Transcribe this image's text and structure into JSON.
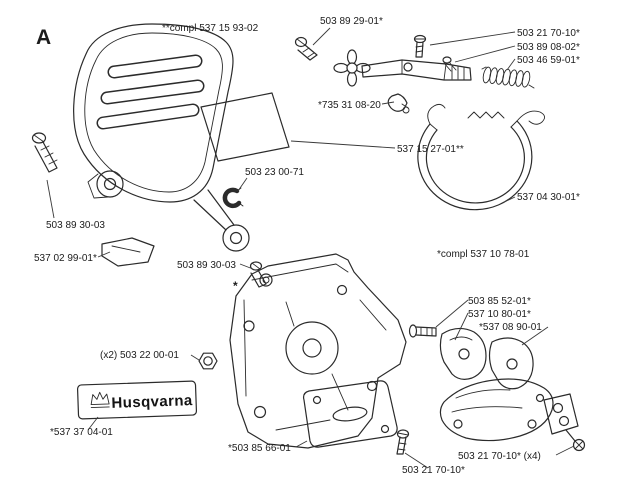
{
  "diagram": {
    "section": "A",
    "type": "exploded-parts-diagram",
    "colors": {
      "background": "#ffffff",
      "line": "#2b2b2b",
      "text": "#1c1c1c"
    }
  },
  "brand": {
    "name": "Husqvarna"
  },
  "labels": {
    "section": "A",
    "compl_hand_guard": "**compl 537 15 93-02",
    "l_503_89_29_01": "503 89 29-01*",
    "l_503_21_70_10_top": "503 21 70-10*",
    "l_503_89_08_02": "503 89 08-02*",
    "l_503_46_59_01": "503 46 59-01*",
    "l_735_31_08_20": "*735 31 08-20",
    "l_537_15_27_01": "537 15 27-01**",
    "l_503_23_00_71": "503 23 00-71",
    "l_537_04_30_01": "537 04 30-01*",
    "l_503_89_30_03_left": "503 89 30-03",
    "l_537_02_99_01": "537 02 99-01*",
    "l_503_89_30_03_mid": "503 89 30-03",
    "compl_clutch_cover": "*compl 537 10 78-01",
    "l_503_85_52_01": "503 85 52-01*",
    "l_537_10_80_01": "537 10 80-01*",
    "l_537_08_90_01": "*537 08 90-01",
    "l_503_22_00_01": "(x2) 503 22 00-01",
    "l_537_37_04_01": "*537 37 04-01",
    "l_503_85_66_01": "*503 85 66-01",
    "l_503_21_70_10_x4": "503 21 70-10* (x4)",
    "l_503_21_70_10_bottom": "503 21 70-10*",
    "asterisk": "*"
  }
}
